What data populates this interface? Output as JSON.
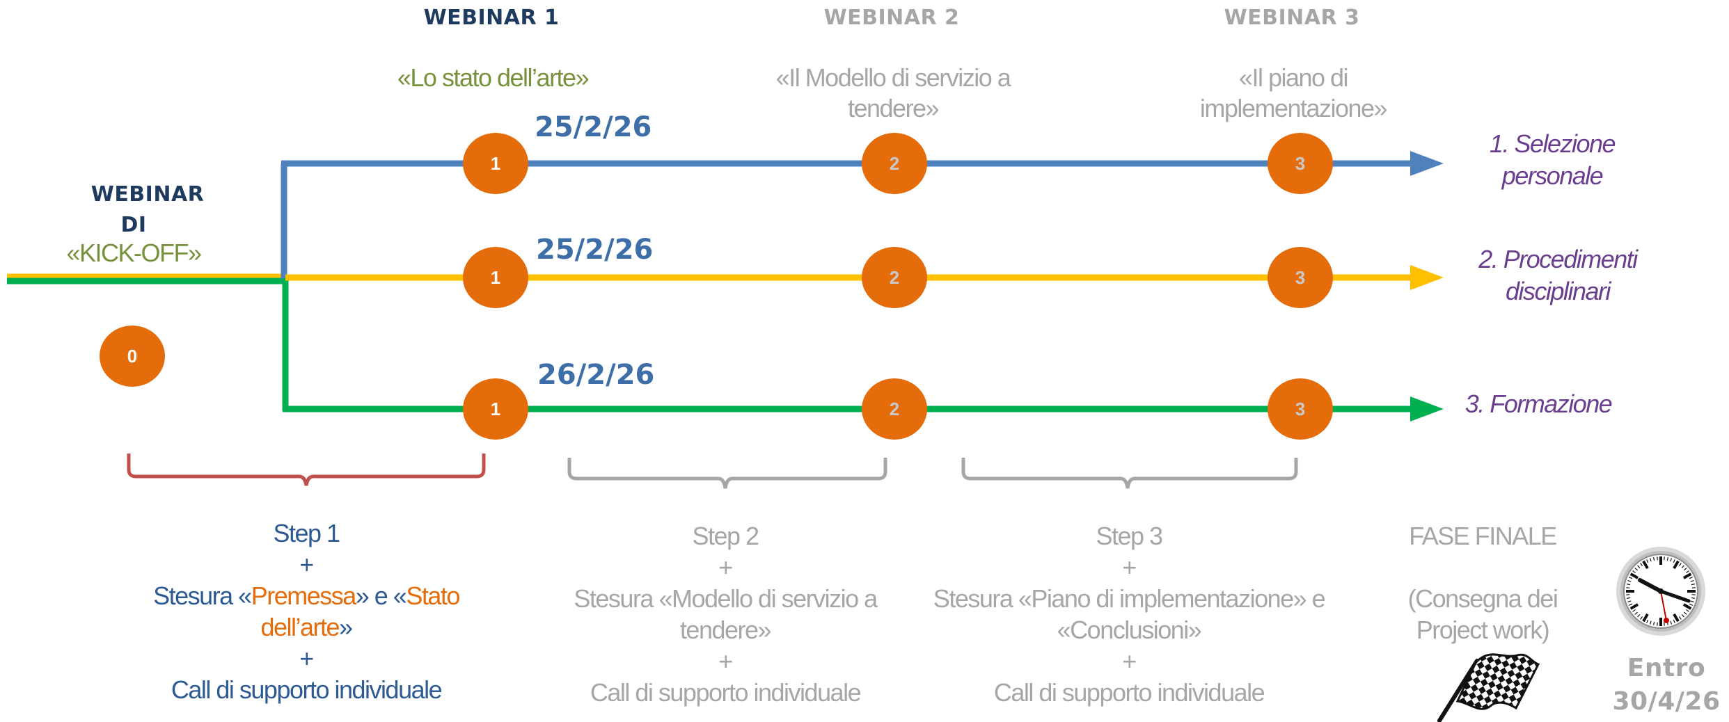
{
  "kickoff": {
    "line1": "WEBINAR",
    "line2": "DI",
    "line3": "«KICK-OFF»",
    "badge": "0"
  },
  "webinars": [
    {
      "title": "WEBINAR 1",
      "subtitle_lines": [
        "«Lo stato dell’arte»"
      ]
    },
    {
      "title": "WEBINAR 2",
      "subtitle_lines": [
        "«Il Modello di servizio a",
        "tendere»"
      ]
    },
    {
      "title": "WEBINAR 3",
      "subtitle_lines": [
        "«Il piano di",
        "implementazione»"
      ]
    }
  ],
  "tracks": [
    {
      "date": "25/2/26",
      "outcome_lines": [
        "1. Selezione",
        "personale"
      ],
      "color": "#4f81bd",
      "badges": [
        "1",
        "2",
        "3"
      ]
    },
    {
      "date": "25/2/26",
      "outcome_lines": [
        "2. Procedimenti",
        "disciplinari"
      ],
      "color": "#ffc000",
      "badges": [
        "1",
        "2",
        "3"
      ]
    },
    {
      "date": "26/2/26",
      "outcome_lines": [
        "3.  Formazione"
      ],
      "color": "#00b050",
      "badges": [
        "1",
        "2",
        "3"
      ]
    }
  ],
  "steps": [
    {
      "title": "Step 1",
      "plus1": "+",
      "desc_prefix": "Stesura «",
      "desc_hl1": "Premessa",
      "desc_mid": "» e «",
      "desc_hl2": "Stato",
      "desc_hl3": "dell’arte",
      "desc_suffix": "»",
      "plus2": "+",
      "call": "Call di supporto individuale"
    },
    {
      "title": "Step 2",
      "plus1": "+",
      "desc_lines": [
        "Stesura «Modello di servizio a",
        "tendere»"
      ],
      "plus2": "+",
      "call": "Call di supporto individuale"
    },
    {
      "title": "Step 3",
      "plus1": "+",
      "desc_lines": [
        "Stesura «Piano di implementazione» e",
        "«Conclusioni»"
      ],
      "plus2": "+",
      "call": "Call di supporto individuale"
    }
  ],
  "final": {
    "title": "FASE FINALE",
    "desc_lines": [
      "(Consegna dei",
      "Project work)"
    ],
    "deadline_lines": [
      "Entro",
      "30/4/26"
    ]
  },
  "colors": {
    "blue_text": "#2e5a94",
    "green_text": "#76923c",
    "orange_text": "#e46c0a",
    "grey_text": "#a6a6a6",
    "navy_text": "#1f3a5f",
    "badge_fill": "#e46c0a",
    "brace_red": "#c0504d",
    "brace_grey": "#a6a6a6"
  },
  "icons": [
    "station-clock-icon",
    "checkered-flag-icon"
  ]
}
